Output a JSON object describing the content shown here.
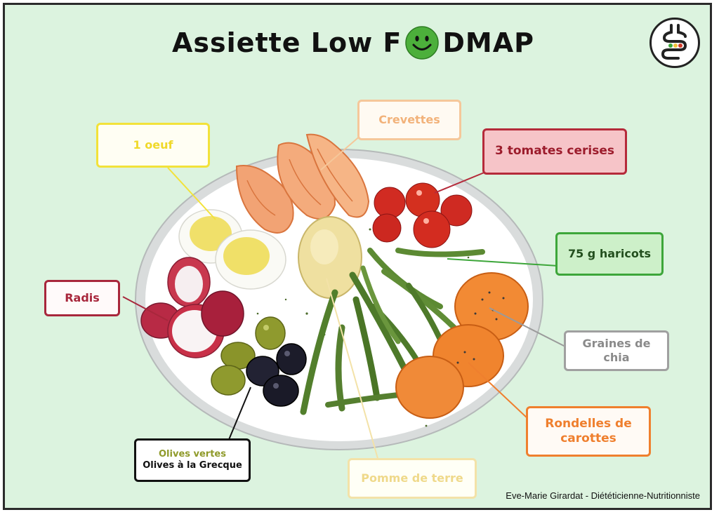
{
  "title": {
    "before": "Assiette Low F",
    "after": "DMAP"
  },
  "labels": {
    "oeuf": "1 oeuf",
    "crevettes": "Crevettes",
    "tomates": "3 tomates cerises",
    "haricots": "75 g haricots",
    "radis": "Radis",
    "chia": [
      "Graines de",
      "chia"
    ],
    "carottes": [
      "Rondelles de",
      "carottes"
    ],
    "olives": [
      "Olives vertes",
      "Olives à la Grecque"
    ],
    "pomme": "Pomme de terre"
  },
  "credit": "Eve-Marie Girardat - Diététicienne-Nutritionniste",
  "colors": {
    "background": "#dcf3df",
    "smiley": "#4caf3b",
    "oeuf": "#f2e23a",
    "crevettes": "#f5c79a",
    "tomates": "#b52a3a",
    "haricots": "#3da63a",
    "radis": "#a8273c",
    "chia": "#9a9a9a",
    "carottes": "#ef7f2e",
    "olives_vertes": "#8f9a2a",
    "pomme": "#f3e2a8"
  },
  "icons": {
    "title_o": "smiley-face-icon",
    "logo": "intestine-logo-icon"
  }
}
